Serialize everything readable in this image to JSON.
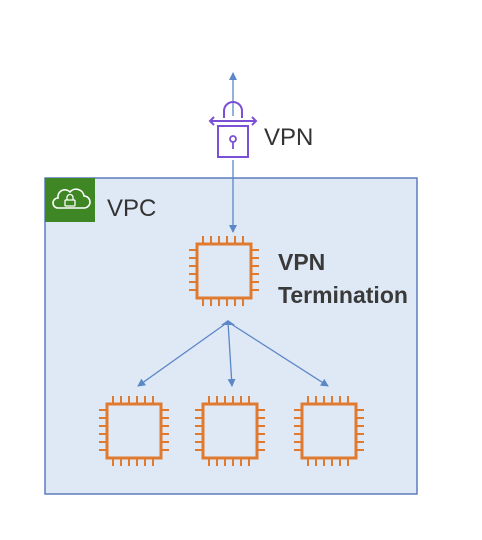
{
  "vpn": {
    "label": "VPN"
  },
  "vpc": {
    "label": "VPC"
  },
  "termination": {
    "line1": "VPN",
    "line2": "Termination"
  },
  "colors": {
    "vpc_fill": "#dfe8f5",
    "vpc_border": "#5a7fbf",
    "vpc_badge": "#3f8624",
    "chip": "#e07a2f",
    "lock": "#7b4fd6",
    "arrow": "#5b87c7"
  },
  "icons": {
    "vpc_badge": "cloud-lock-icon",
    "vpn": "lock-icon",
    "instance": "ec2-chip-icon"
  }
}
